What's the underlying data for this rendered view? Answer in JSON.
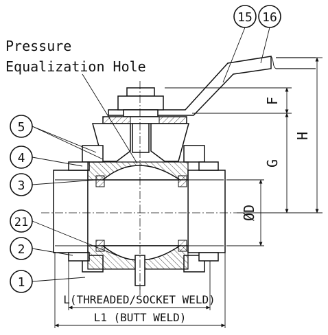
{
  "annotations": {
    "pressure_line1": "Pressure",
    "pressure_line2": "Equalization Hole"
  },
  "balloons": {
    "b15": "15",
    "b16": "16",
    "b5": "5",
    "b4": "4",
    "b3": "3",
    "b21": "21",
    "b2": "2",
    "b1": "1"
  },
  "dimensions": {
    "F": "F",
    "H": "H",
    "G": "G",
    "D": "ØD",
    "L": "L(THREADED/SOCKET WELD)",
    "L1": "L1 (BUTT WELD)"
  },
  "colors": {
    "line": "#111111",
    "background": "#ffffff"
  }
}
